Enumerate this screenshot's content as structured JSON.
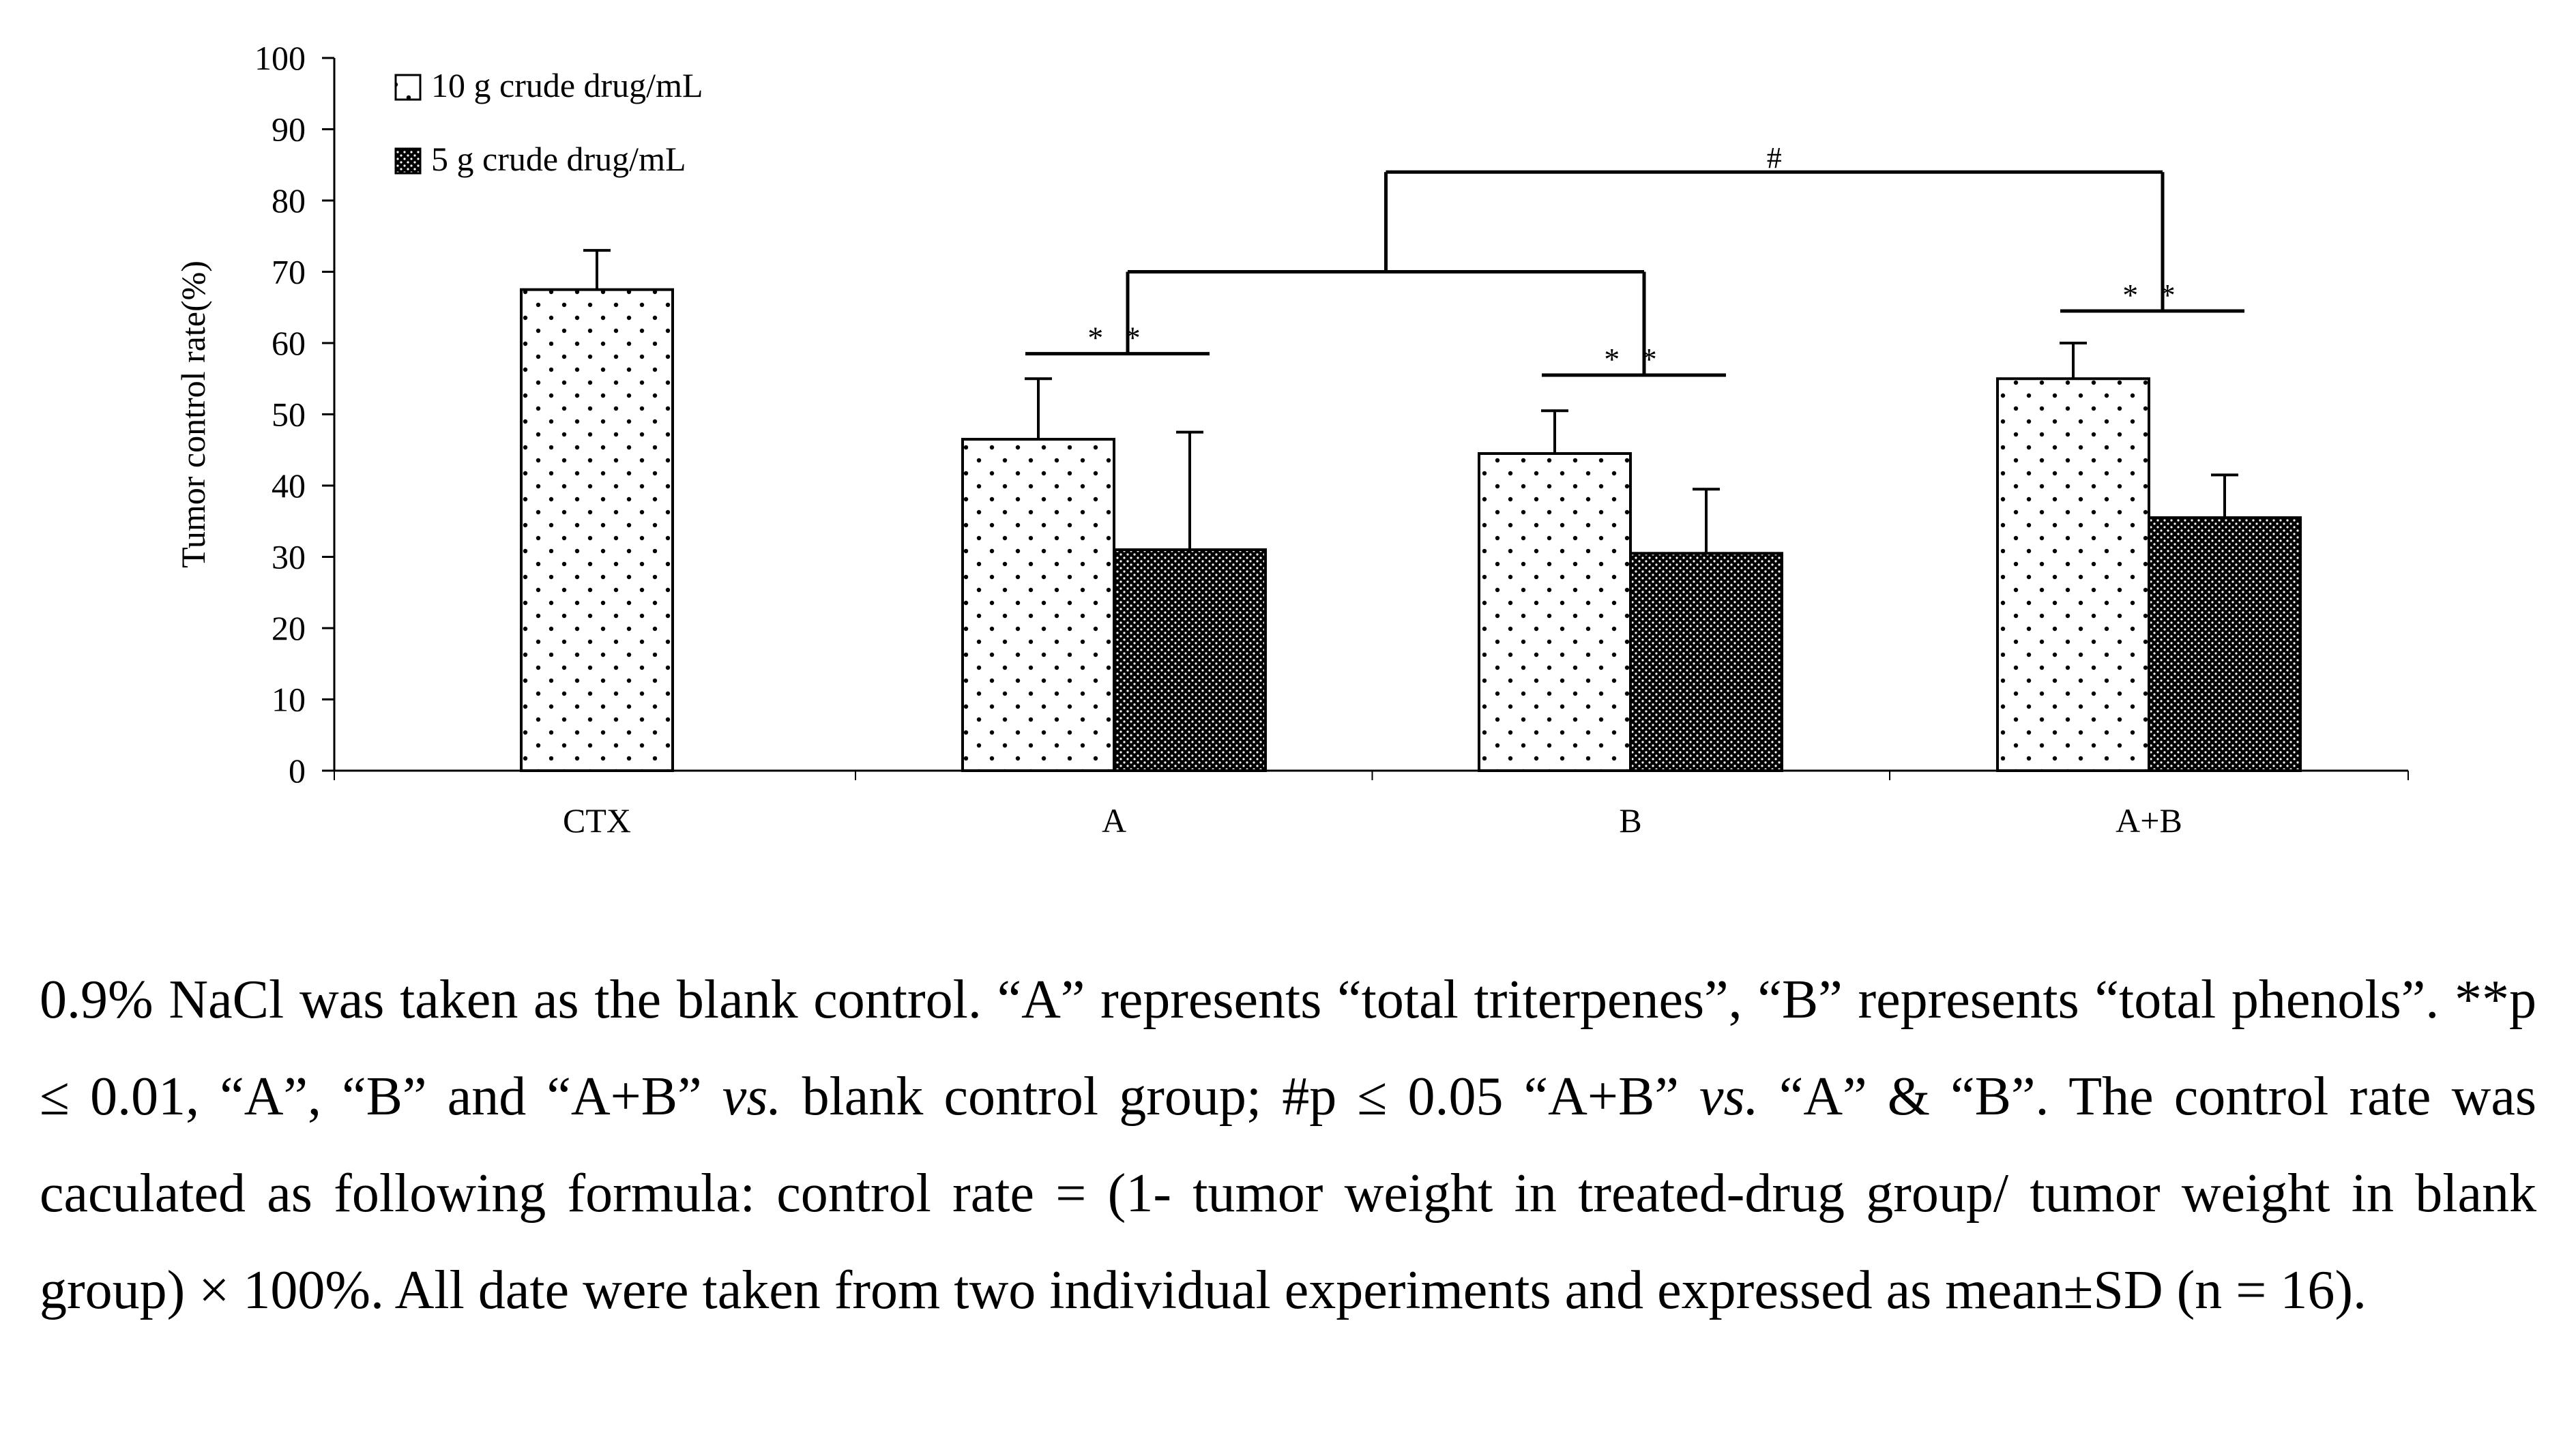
{
  "chart_data": {
    "type": "bar",
    "ylabel": "Tumor control rate(%)",
    "xlabel": "",
    "ylim": [
      0,
      100
    ],
    "yticks": [
      0,
      10,
      20,
      30,
      40,
      50,
      60,
      70,
      80,
      90,
      100
    ],
    "categories": [
      "CTX",
      "A",
      "B",
      "A+B"
    ],
    "series": [
      {
        "name": "10 g crude drug/mL",
        "pattern": "sparse-dots",
        "values": [
          67.5,
          46.5,
          44.5,
          55.0
        ],
        "sd": [
          5.5,
          8.5,
          6.0,
          5.0
        ]
      },
      {
        "name": "5 g crude drug/mL",
        "pattern": "dense-dots",
        "values": [
          null,
          31.0,
          30.5,
          35.5
        ],
        "sd": [
          null,
          16.5,
          9.0,
          6.0
        ]
      }
    ],
    "legend_position": "top-left",
    "grid": false,
    "significance": [
      {
        "label": "* *",
        "group": "A",
        "bracket_y": 58.5
      },
      {
        "label": "* *",
        "group": "B",
        "bracket_y": 55.5
      },
      {
        "label": "* *",
        "group": "A+B",
        "bracket_y": 64.5
      },
      {
        "label": "#",
        "from": "A-B",
        "to": "A+B",
        "inner_bracket_y": 70,
        "outer_bracket_y": 84
      }
    ],
    "colors": {
      "bar_outline": "#000000",
      "fill": "#ffffff",
      "ink": "#000000"
    }
  },
  "caption": {
    "part1": "0.9% NaCl was taken as the blank control. “A” represents “total triterpenes”, “B” represents “total phenols”. **p ≤ 0.01, “A”, “B” and “A+B” ",
    "vs1": "vs.",
    "part2": " blank control group; #p ≤ 0.05 “A+B” ",
    "vs2": "vs.",
    "part3": " “A” & “B”. The control rate was caculated as following formula: control rate = (1- tumor weight in treated-drug group/ tumor weight in blank group) × 100%. All date were taken from two individual experiments and expressed as mean±SD (n = 16)."
  }
}
